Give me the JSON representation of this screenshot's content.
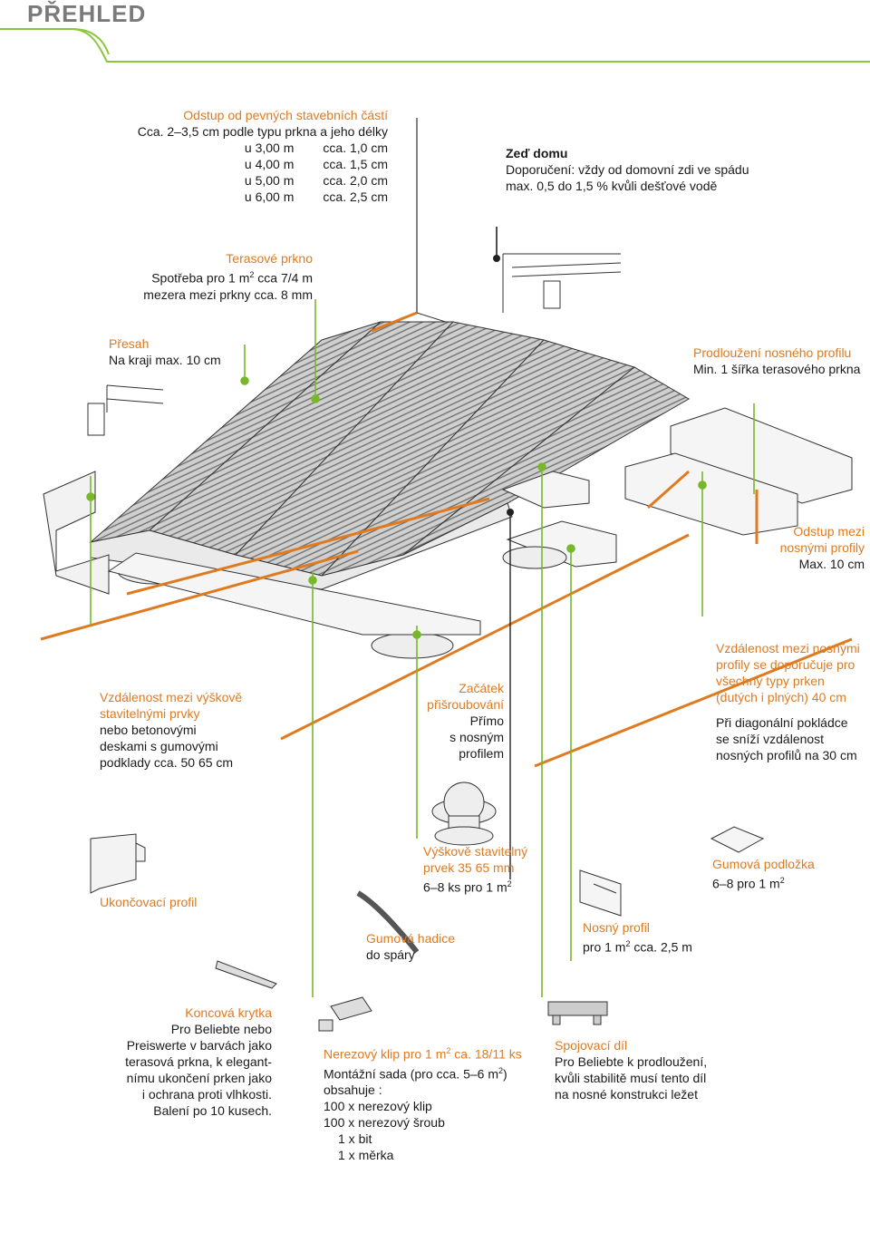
{
  "page_title": "PŘEHLED",
  "colors": {
    "accent_orange": "#e07a1f",
    "callout_green": "#76b82a",
    "dark": "#222222"
  },
  "labels": {
    "odstup": {
      "title": "Odstup od pevných stavebních částí",
      "line1": "Cca. 2–3,5 cm podle typu prkna a jeho délky",
      "rows": [
        [
          "u 3,00 m",
          "cca. 1,0 cm"
        ],
        [
          "u 4,00 m",
          "cca. 1,5 cm"
        ],
        [
          "u 5,00 m",
          "cca. 2,0 cm"
        ],
        [
          "u 6,00 m",
          "cca. 2,5 cm"
        ]
      ]
    },
    "zed": {
      "title": "Zeď domu",
      "line1": "Doporučení: vždy od domovní zdi ve spádu",
      "line2": "max. 0,5 do 1,5 % kvůli dešťové vodě"
    },
    "prkno": {
      "title": "Terasové prkno",
      "line1a": "Spotřeba pro 1 m",
      "sup": "2",
      "line1b": " cca 7/4 m",
      "line2": "mezera mezi prkny cca. 8 mm"
    },
    "presah": {
      "title": "Přesah",
      "line1": "Na kraji max. 10 cm"
    },
    "prodlouzeni": {
      "title": "Prodloužení nosného profilu",
      "line1": "Min. 1 šířka terasového prkna"
    },
    "odstup_profily": {
      "title1": "Odstup mezi",
      "title2": "nosnými profily",
      "line1": "Max. 10 cm"
    },
    "vzdalenost_vyskove": {
      "t1": "Vzdálenost mezi výškově",
      "t2": "stavitelnými prvky",
      "l1": "nebo betonovými",
      "l2": "deskami s gumovými",
      "l3": "podklady cca. 50 65 cm"
    },
    "zacatek": {
      "t1": "Začátek",
      "t2": "přišroubování",
      "l1": "Přímo",
      "l2": "s nosným",
      "l3": "profilem"
    },
    "vzdalenost_nosne": {
      "t1": "Vzdálenost mezi nosnými",
      "t2": "profily se doporučuje pro",
      "t3": "všechny typy prken",
      "t4": "(dutých i plných) 40 cm",
      "l1": "Při diagonální pokládce",
      "l2": "se sníží vzdálenost",
      "l3": "nosných profilů na 30 cm"
    },
    "ukoncovaci": {
      "title": "Ukončovací profil"
    },
    "vyskove": {
      "t1": "Výškově stavitelný",
      "t2": "prvek 35 65 mm",
      "l1a": "6–8 ks pro 1 m",
      "sup": "2"
    },
    "podlozka": {
      "title": "Gumová podložka",
      "l1a": "6–8 pro 1 m",
      "sup": "2"
    },
    "hadice": {
      "title": "Gumová hadice",
      "l1": "do spáry"
    },
    "nosny": {
      "title": "Nosný profil",
      "l1a": "pro 1 m",
      "sup": "2",
      "l1b": " cca. 2,5 m"
    },
    "krytka": {
      "title": "Koncová krytka",
      "l1": "Pro Beliebte nebo",
      "l2": "Preiswerte v barvách jako",
      "l3": "terasová prkna, k elegant-",
      "l4": "nímu ukončení prken jako",
      "l5": "i ochrana proti vlhkosti.",
      "l6": "Balení po 10 kusech."
    },
    "klip": {
      "t1a": "Nerezový klip pro 1 m",
      "sup": "2",
      "t1b": " ca. 18/11 ks",
      "l1a": "Montážní sada (pro cca. 5–6 m",
      "l1b": ")",
      "l2": "obsahuje :",
      "l3": "100 x nerezový klip",
      "l4": "100 x nerezový šroub",
      "l5": "1 x bit",
      "l6": "1 x měrka"
    },
    "spojovaci": {
      "title": "Spojovací díl",
      "l1": "Pro Beliebte k prodloužení,",
      "l2": "kvůli stabilitě musí tento díl",
      "l3": "na nosné konstrukci ležet"
    }
  }
}
